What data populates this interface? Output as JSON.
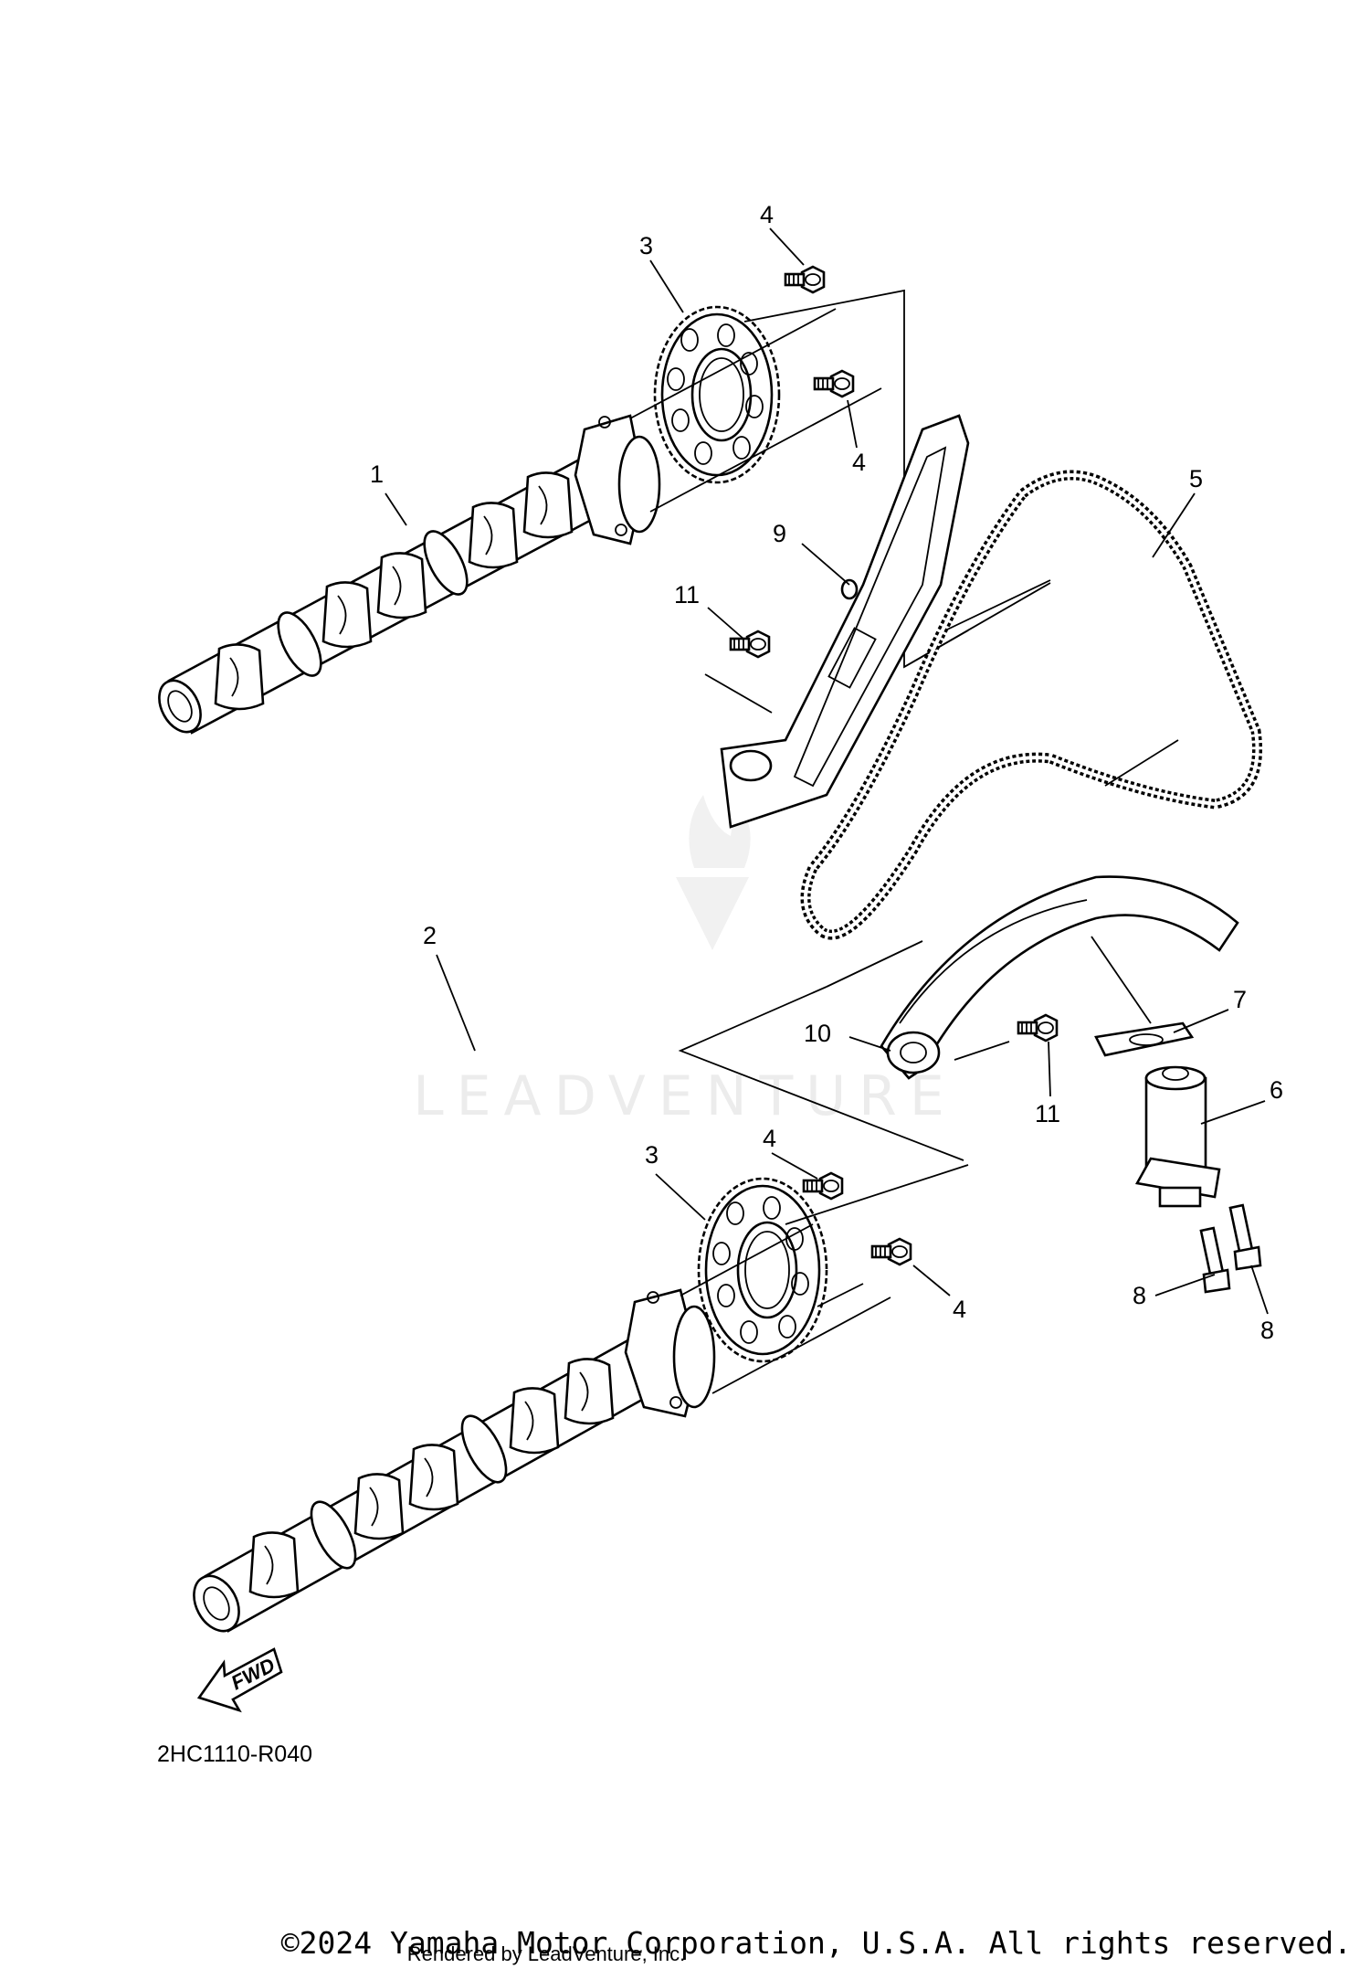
{
  "diagram": {
    "title": "",
    "drawing_code": "2HC1110-R040",
    "orientation_label": "FWD",
    "watermark": "LEADVENTURE",
    "copyright": "©2024 Yamaha Motor Corporation, U.S.A. All rights reserved.",
    "rendered_by": "Rendered by LeadVenture, Inc."
  },
  "callouts": [
    {
      "id": "1",
      "part": "intake-camshaft"
    },
    {
      "id": "2",
      "part": "exhaust-camshaft"
    },
    {
      "id": "3",
      "part": "upper-cam-sprocket"
    },
    {
      "id": "3",
      "part": "lower-cam-sprocket"
    },
    {
      "id": "4",
      "part": "upper-sprocket-bolt-top"
    },
    {
      "id": "4",
      "part": "upper-sprocket-bolt-side"
    },
    {
      "id": "4",
      "part": "lower-sprocket-bolt-top"
    },
    {
      "id": "4",
      "part": "lower-sprocket-bolt-side"
    },
    {
      "id": "5",
      "part": "timing-chain"
    },
    {
      "id": "6",
      "part": "chain-tensioner"
    },
    {
      "id": "7",
      "part": "tensioner-gasket"
    },
    {
      "id": "8",
      "part": "tensioner-bolt-left"
    },
    {
      "id": "8",
      "part": "tensioner-bolt-right"
    },
    {
      "id": "9",
      "part": "guide-rubber"
    },
    {
      "id": "10",
      "part": "tensioner-guide"
    },
    {
      "id": "11",
      "part": "upper-guide-bolt"
    },
    {
      "id": "11",
      "part": "lower-guide-bolt"
    }
  ]
}
